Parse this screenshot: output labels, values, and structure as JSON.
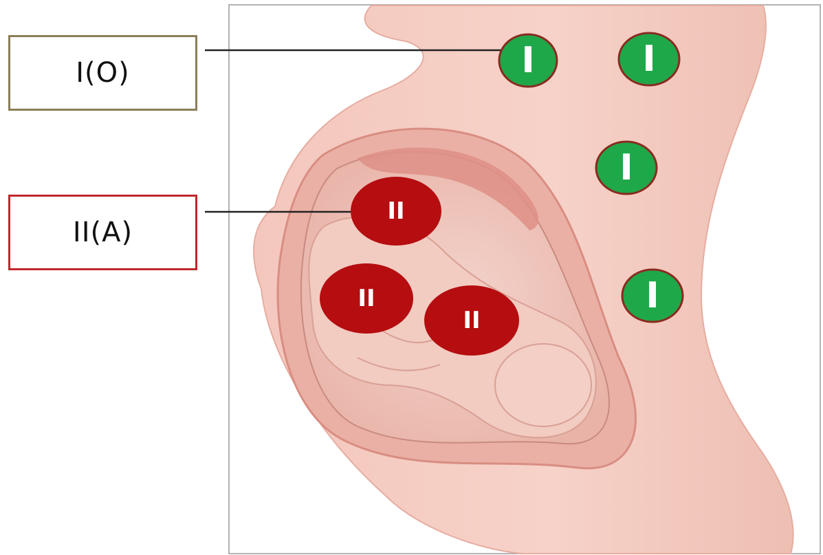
{
  "labels": {
    "group_o": "I(O)",
    "group_a": "II(A)"
  },
  "markers": {
    "type_i": "I",
    "type_ii": "II"
  },
  "colors": {
    "green_marker": "#1fa84a",
    "red_marker": "#b50d10",
    "marker_border": "#8a2a20",
    "box_o_border": "#8b7e57",
    "box_a_border": "#c0272d"
  }
}
